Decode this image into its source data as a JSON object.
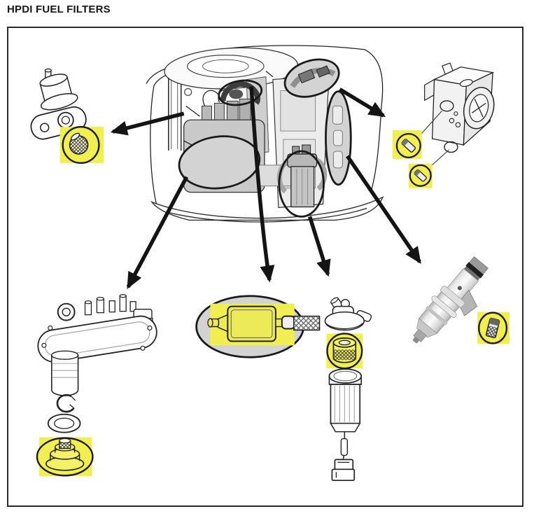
{
  "title": "HPDI FUEL FILTERS",
  "figure": {
    "colors": {
      "highlight": "#f0ee50",
      "callout_gray": "#d3d3d3",
      "line": "#1a1a1a",
      "background": "#ffffff"
    },
    "parts": [
      {
        "id": "fuel-pump-strainer",
        "position": "top-left",
        "highlighted": true
      },
      {
        "id": "fuel-rail-filter-upper",
        "position": "right-of-engine",
        "highlighted": true
      },
      {
        "id": "fuel-rail-filter-lower",
        "position": "right-of-engine",
        "highlighted": true
      },
      {
        "id": "vapor-separator-filter",
        "position": "bottom-left",
        "highlighted": true
      },
      {
        "id": "inline-fuel-filter",
        "position": "bottom-center",
        "highlighted": true
      },
      {
        "id": "fuel-filter-element",
        "position": "bottom-center-right",
        "highlighted": true
      },
      {
        "id": "injector-filter",
        "position": "bottom-right",
        "highlighted": true
      }
    ]
  }
}
